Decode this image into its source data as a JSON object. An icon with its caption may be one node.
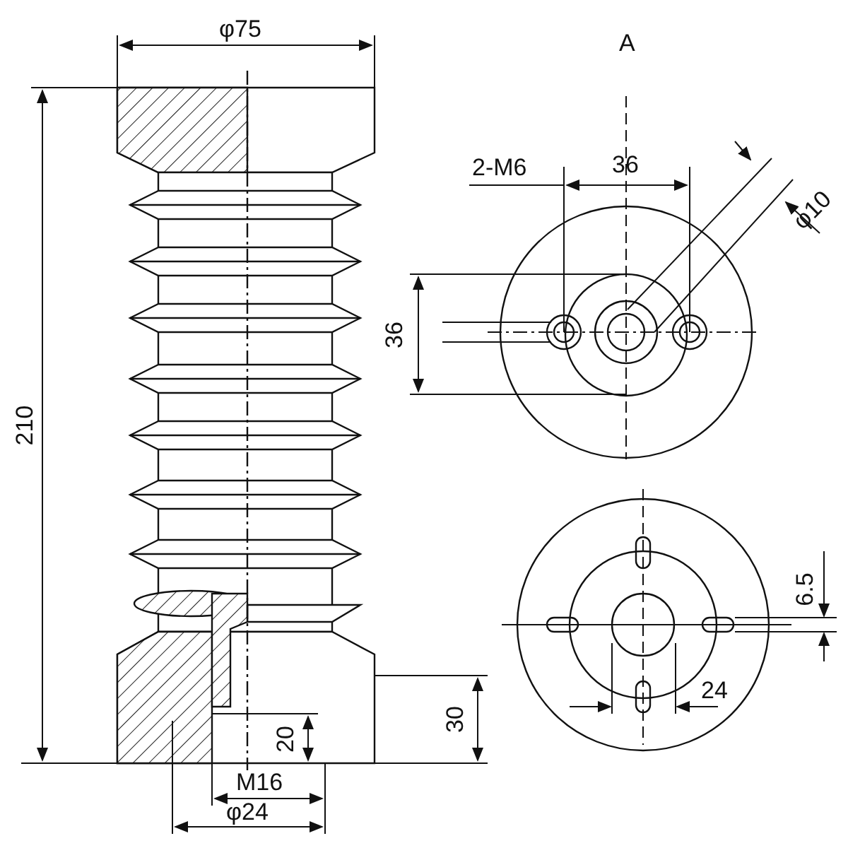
{
  "diagram": {
    "labels": [
      "φ75",
      "A",
      "2-M6",
      "36",
      "φ10",
      "36",
      "210",
      "6.5",
      "24",
      "30",
      "20",
      "M16",
      "φ24"
    ]
  }
}
